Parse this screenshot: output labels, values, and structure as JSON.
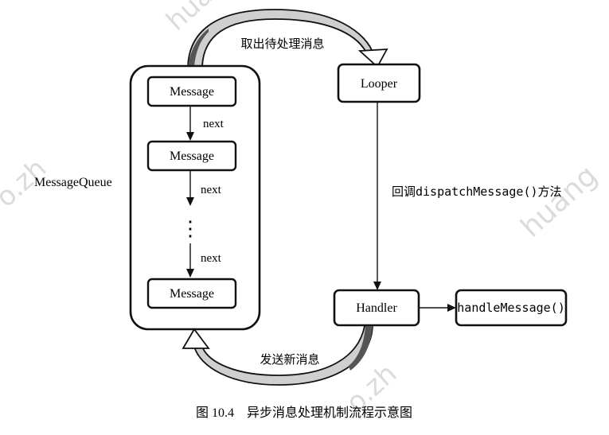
{
  "diagram": {
    "nodes": {
      "queue_label": "MessageQueue",
      "queue_items": [
        "Message",
        "Message",
        "Message"
      ],
      "next_labels": [
        "next",
        "next",
        "next"
      ],
      "ellipsis": "⋮",
      "looper": "Looper",
      "handler": "Handler",
      "handle_message": "handleMessage()"
    },
    "edges": {
      "take_message": "取出待处理消息",
      "dispatch": "回调dispatchMessage()方法",
      "send_message": "发送新消息"
    },
    "caption": "图 10.4    异步消息处理机制流程示意图",
    "watermark": [
      "huang",
      "o.zh",
      "huang",
      "o.zh"
    ]
  }
}
